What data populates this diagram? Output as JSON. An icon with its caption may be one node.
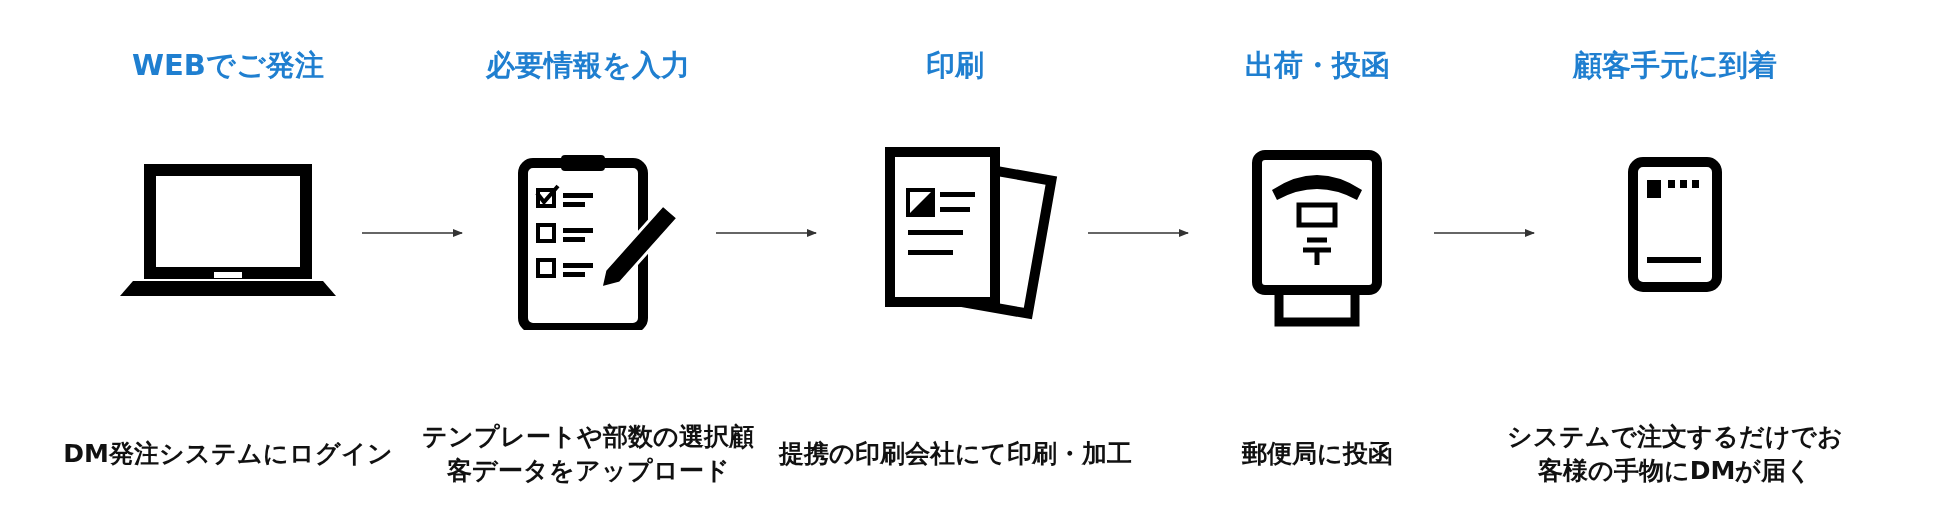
{
  "diagram": {
    "nodes": [
      {
        "text": [],
        "shape": "picture"
      },
      {
        "text": [],
        "shape": "picture"
      },
      {
        "text": [],
        "shape": "picture"
      },
      {
        "text": [],
        "shape": "picture"
      },
      {
        "text": [],
        "shape": "picture"
      }
    ],
    "edges": [
      {
        "from": 0,
        "to": 1,
        "arrow": "to"
      },
      {
        "from": 1,
        "to": 2,
        "arrow": "to"
      },
      {
        "from": 2,
        "to": 3,
        "arrow": "to"
      },
      {
        "from": 3,
        "to": 4,
        "arrow": "to"
      }
    ],
    "labels": [
      "WEBでご発注",
      "必要情報を入力",
      "印刷",
      "出荷・投函",
      "顧客手元に到着",
      "DM発注システムにログイン",
      "テンプレートや部数の選択顧客データをアップロード",
      "提携の印刷会社にて印刷・加工",
      "郵便局に投函",
      "システムで注文するだけでお客様の手物にDMが届く"
    ]
  }
}
